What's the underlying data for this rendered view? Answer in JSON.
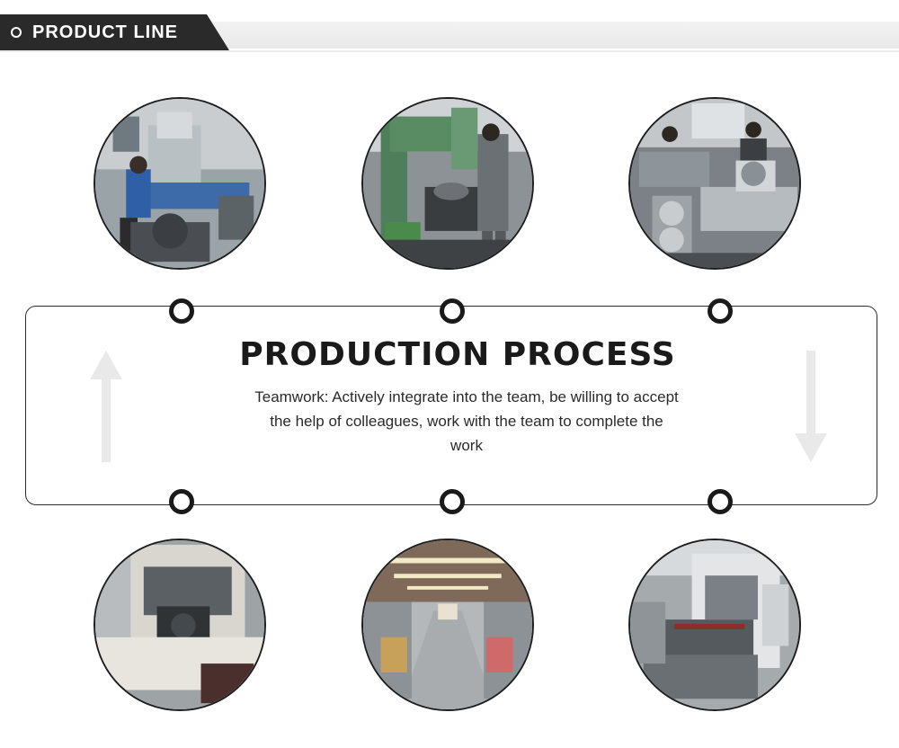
{
  "header": {
    "title": "PRODUCT LINE"
  },
  "process": {
    "title": "PRODUCTION PROCESS",
    "description": "Teamwork: Actively integrate into the team, be willing to accept the help of colleagues, work with the team to complete the work"
  },
  "colors": {
    "dark": "#1a1a1a",
    "banner": "#2a2a2a",
    "strip": "#eeeeee"
  },
  "icons": [
    "arrow-up-icon",
    "arrow-down-icon",
    "connector-ring-icon"
  ]
}
